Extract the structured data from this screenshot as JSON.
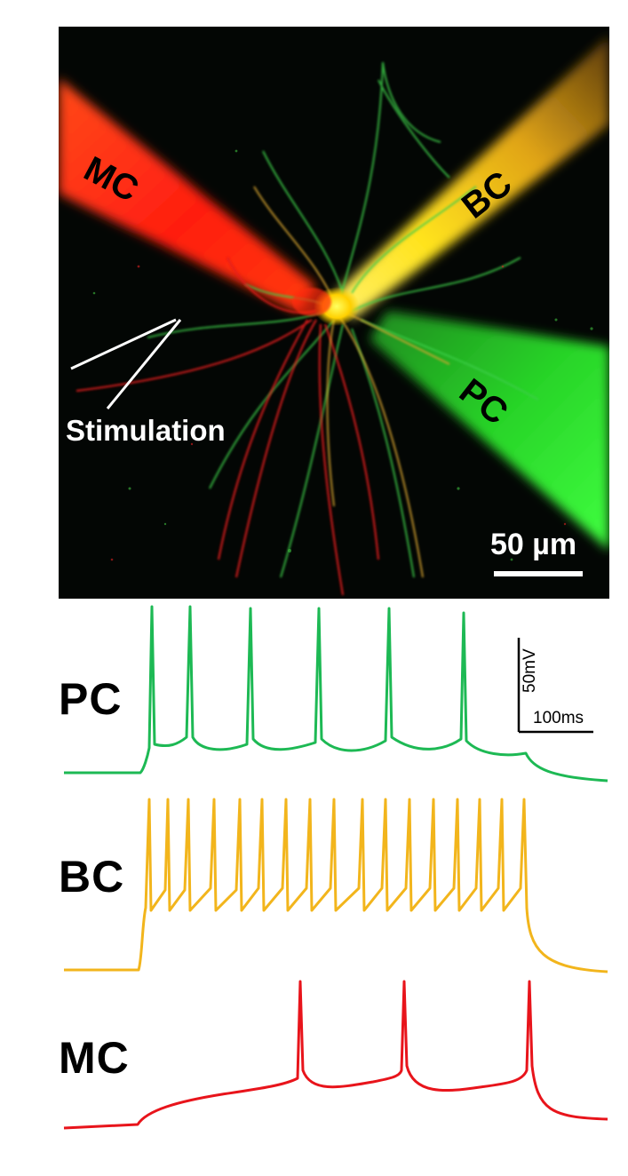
{
  "image_labels": {
    "mc": "MC",
    "bc": "BC",
    "pc": "PC",
    "stimulation": "Stimulation",
    "scale_bar": "50 µm"
  },
  "trace_labels": {
    "pc": "PC",
    "bc": "BC",
    "mc": "MC"
  },
  "scale": {
    "voltage": "50mV",
    "time": "100ms"
  },
  "colors": {
    "pc_trace": "#1db954",
    "bc_trace": "#f2b51c",
    "mc_trace": "#e8141b",
    "pipette_red": "#ff2a14",
    "pipette_yellow": "#ffd21a",
    "pipette_green": "#2ee82e"
  }
}
